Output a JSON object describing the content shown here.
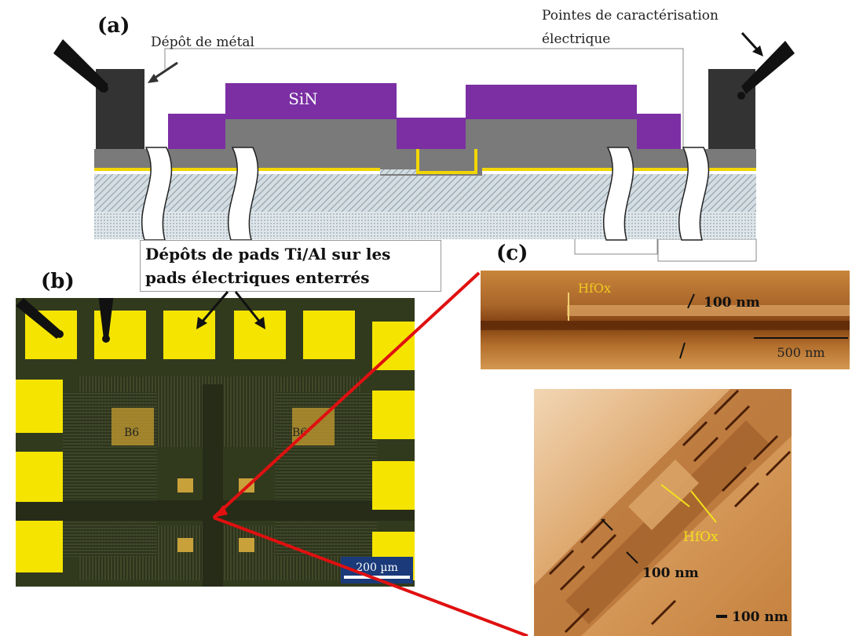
{
  "panel_a": {
    "label": "(a)",
    "metal_label": "Dépôt de métal",
    "probes_label_line1": "Pointes de caractérisation",
    "probes_label_line2": "électrique",
    "sin_label": "SiN"
  },
  "panel_b": {
    "label": "(b)",
    "pads_label_line1": "Dépôts de pads Ti/Al sur les",
    "pads_label_line2": "pads électriques enterrés",
    "die_label_left": "B6",
    "die_label_right": "B6",
    "scale_bar": "200 µm"
  },
  "panel_c": {
    "label": "(c)",
    "top_hfox": "HfOx",
    "top_width": "100 nm",
    "top_scale": "500 nm",
    "bottom_hfox": "HfOx",
    "bottom_width": "100 nm",
    "bottom_scale": "100 nm"
  },
  "colors": {
    "sin_purple": "#7b2fa3",
    "metal_dark": "#333333",
    "oxide_gray": "#7a7a7a",
    "gold_pad": "#f5e400",
    "red_arrow": "#e01010",
    "afm_orange": "#c98a3c"
  }
}
